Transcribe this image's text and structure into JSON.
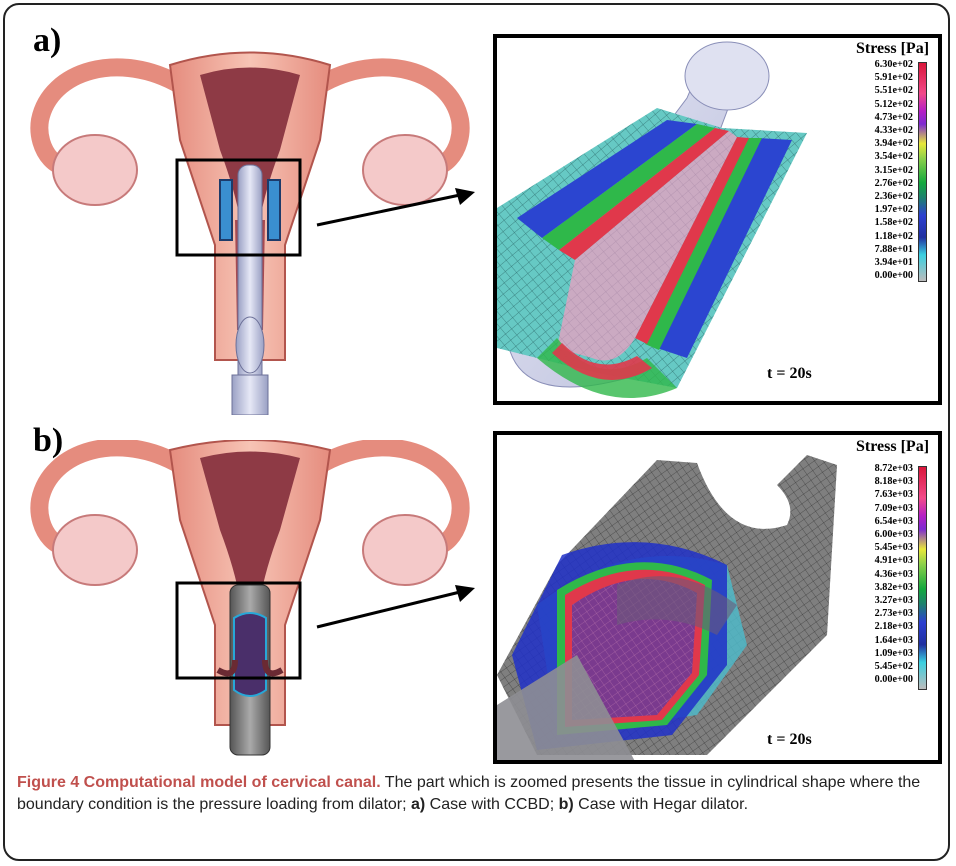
{
  "panels": [
    {
      "letter": "a)",
      "legend_title": "Stress [Pa]",
      "legend_ticks": [
        "6.30e+02",
        "5.91e+02",
        "5.51e+02",
        "5.12e+02",
        "4.73e+02",
        "4.33e+02",
        "3.94e+02",
        "3.54e+02",
        "3.15e+02",
        "2.76e+02",
        "2.36e+02",
        "1.97e+02",
        "1.58e+02",
        "1.18e+02",
        "7.88e+01",
        "3.94e+01",
        "0.00e+00"
      ],
      "time_label": "t = 20s"
    },
    {
      "letter": "b)",
      "legend_title": "Stress [Pa]",
      "legend_ticks": [
        "8.72e+03",
        "8.18e+03",
        "7.63e+03",
        "7.09e+03",
        "6.54e+03",
        "6.00e+03",
        "5.45e+03",
        "4.91e+03",
        "4.36e+03",
        "3.82e+03",
        "3.27e+03",
        "2.73e+03",
        "2.18e+03",
        "1.64e+03",
        "1.09e+03",
        "5.45e+02",
        "0.00e+00"
      ],
      "time_label": "t = 20s"
    }
  ],
  "caption": {
    "title": "Figure 4 Computational model of cervical canal.",
    "text1": " The part which is zoomed presents the tissue in cylindrical shape where the boundary condition is the pressure loading from dilator; ",
    "a_label": "a)",
    "a_text": " Case with CCBD; ",
    "b_label": "b)",
    "b_text": " Case with Hegar dilator."
  },
  "colors": {
    "uterus_outer": "#e89a8c",
    "uterus_inner": "#8e3a45",
    "ovary": "#f2c7c7",
    "mesh_a": "#d6a9c4",
    "mesh_b": "#8a4a8c",
    "dilator": "#c8cde8"
  }
}
